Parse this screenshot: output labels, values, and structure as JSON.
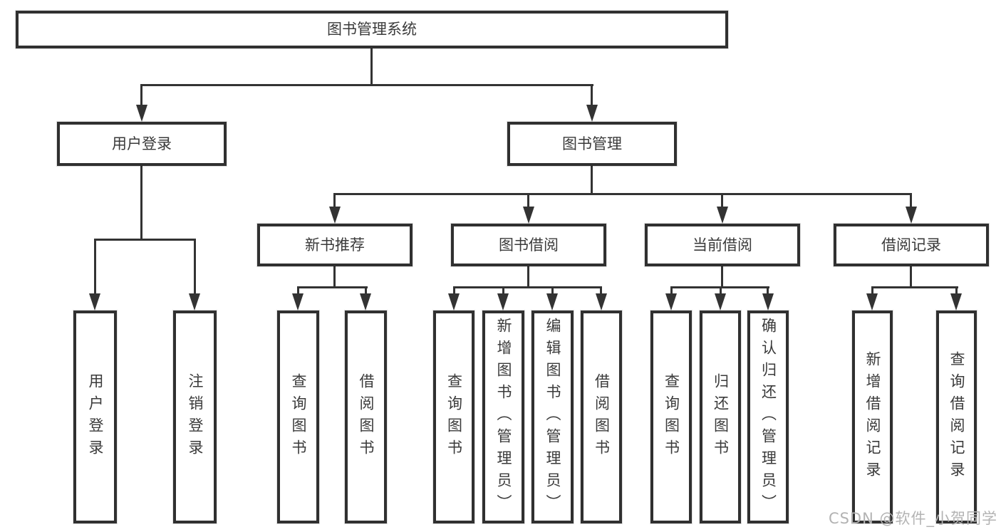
{
  "diagram": {
    "root": {
      "label": "图书管理系统"
    },
    "branches": [
      {
        "label": "用户登录",
        "children": [
          {
            "label": "用户登录"
          },
          {
            "label": "注销登录"
          }
        ]
      },
      {
        "label": "图书管理",
        "children": [
          {
            "label": "新书推荐",
            "children": [
              {
                "label": "查询图书"
              },
              {
                "label": "借阅图书"
              }
            ]
          },
          {
            "label": "图书借阅",
            "children": [
              {
                "label": "查询图书"
              },
              {
                "label": "新增图书（管理员）"
              },
              {
                "label": "编辑图书（管理员）"
              },
              {
                "label": "借阅图书"
              }
            ]
          },
          {
            "label": "当前借阅",
            "children": [
              {
                "label": "查询图书"
              },
              {
                "label": "归还图书"
              },
              {
                "label": "确认归还（管理员）"
              }
            ]
          },
          {
            "label": "借阅记录",
            "children": [
              {
                "label": "新增借阅记录"
              },
              {
                "label": "查询借阅记录"
              }
            ]
          }
        ]
      }
    ]
  },
  "watermark": {
    "text": "CSDN @软件_小贺同学"
  },
  "colors": {
    "line": "#333333",
    "node_border": "#303030",
    "text": "#3a3a3a",
    "watermark": "#b3b3b3",
    "background": "#ffffff"
  }
}
